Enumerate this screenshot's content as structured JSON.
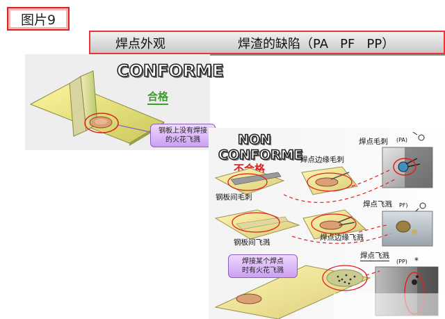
{
  "figure_label": "图片9",
  "header": {
    "left": "焊点外观",
    "right": "焊渣的缺陷（PA   PF   PP）"
  },
  "conforme": {
    "word": "CONFORME",
    "sub": "合格"
  },
  "non_conforme": {
    "word1": "NON",
    "word2": "CONFORME",
    "sub": "不合格"
  },
  "callouts": {
    "no_spatter": [
      "钢板上没有焊接",
      "的火花飞溅"
    ],
    "some_spatter": [
      "焊接某个焊点",
      "时有火花飞溅"
    ]
  },
  "labels": {
    "edge_burr": "焊点边缘毛刺",
    "inter_burr": "钢板间毛刺",
    "inter_spatter": "钢板间飞溅",
    "edge_spatter": "焊点边缘飞溅"
  },
  "photos": {
    "burr": {
      "title": "焊点毛刺",
      "code": "(PA)"
    },
    "spatter": {
      "title": "焊点飞溅",
      "code": "PF)"
    },
    "spot": {
      "title": "焊点飞溅",
      "code": "(PP)",
      "mark": "*"
    }
  },
  "colors": {
    "accent_red": "#e02020",
    "callout_purple": "#cba0f2",
    "conforme_green": "#3c9a2e"
  }
}
